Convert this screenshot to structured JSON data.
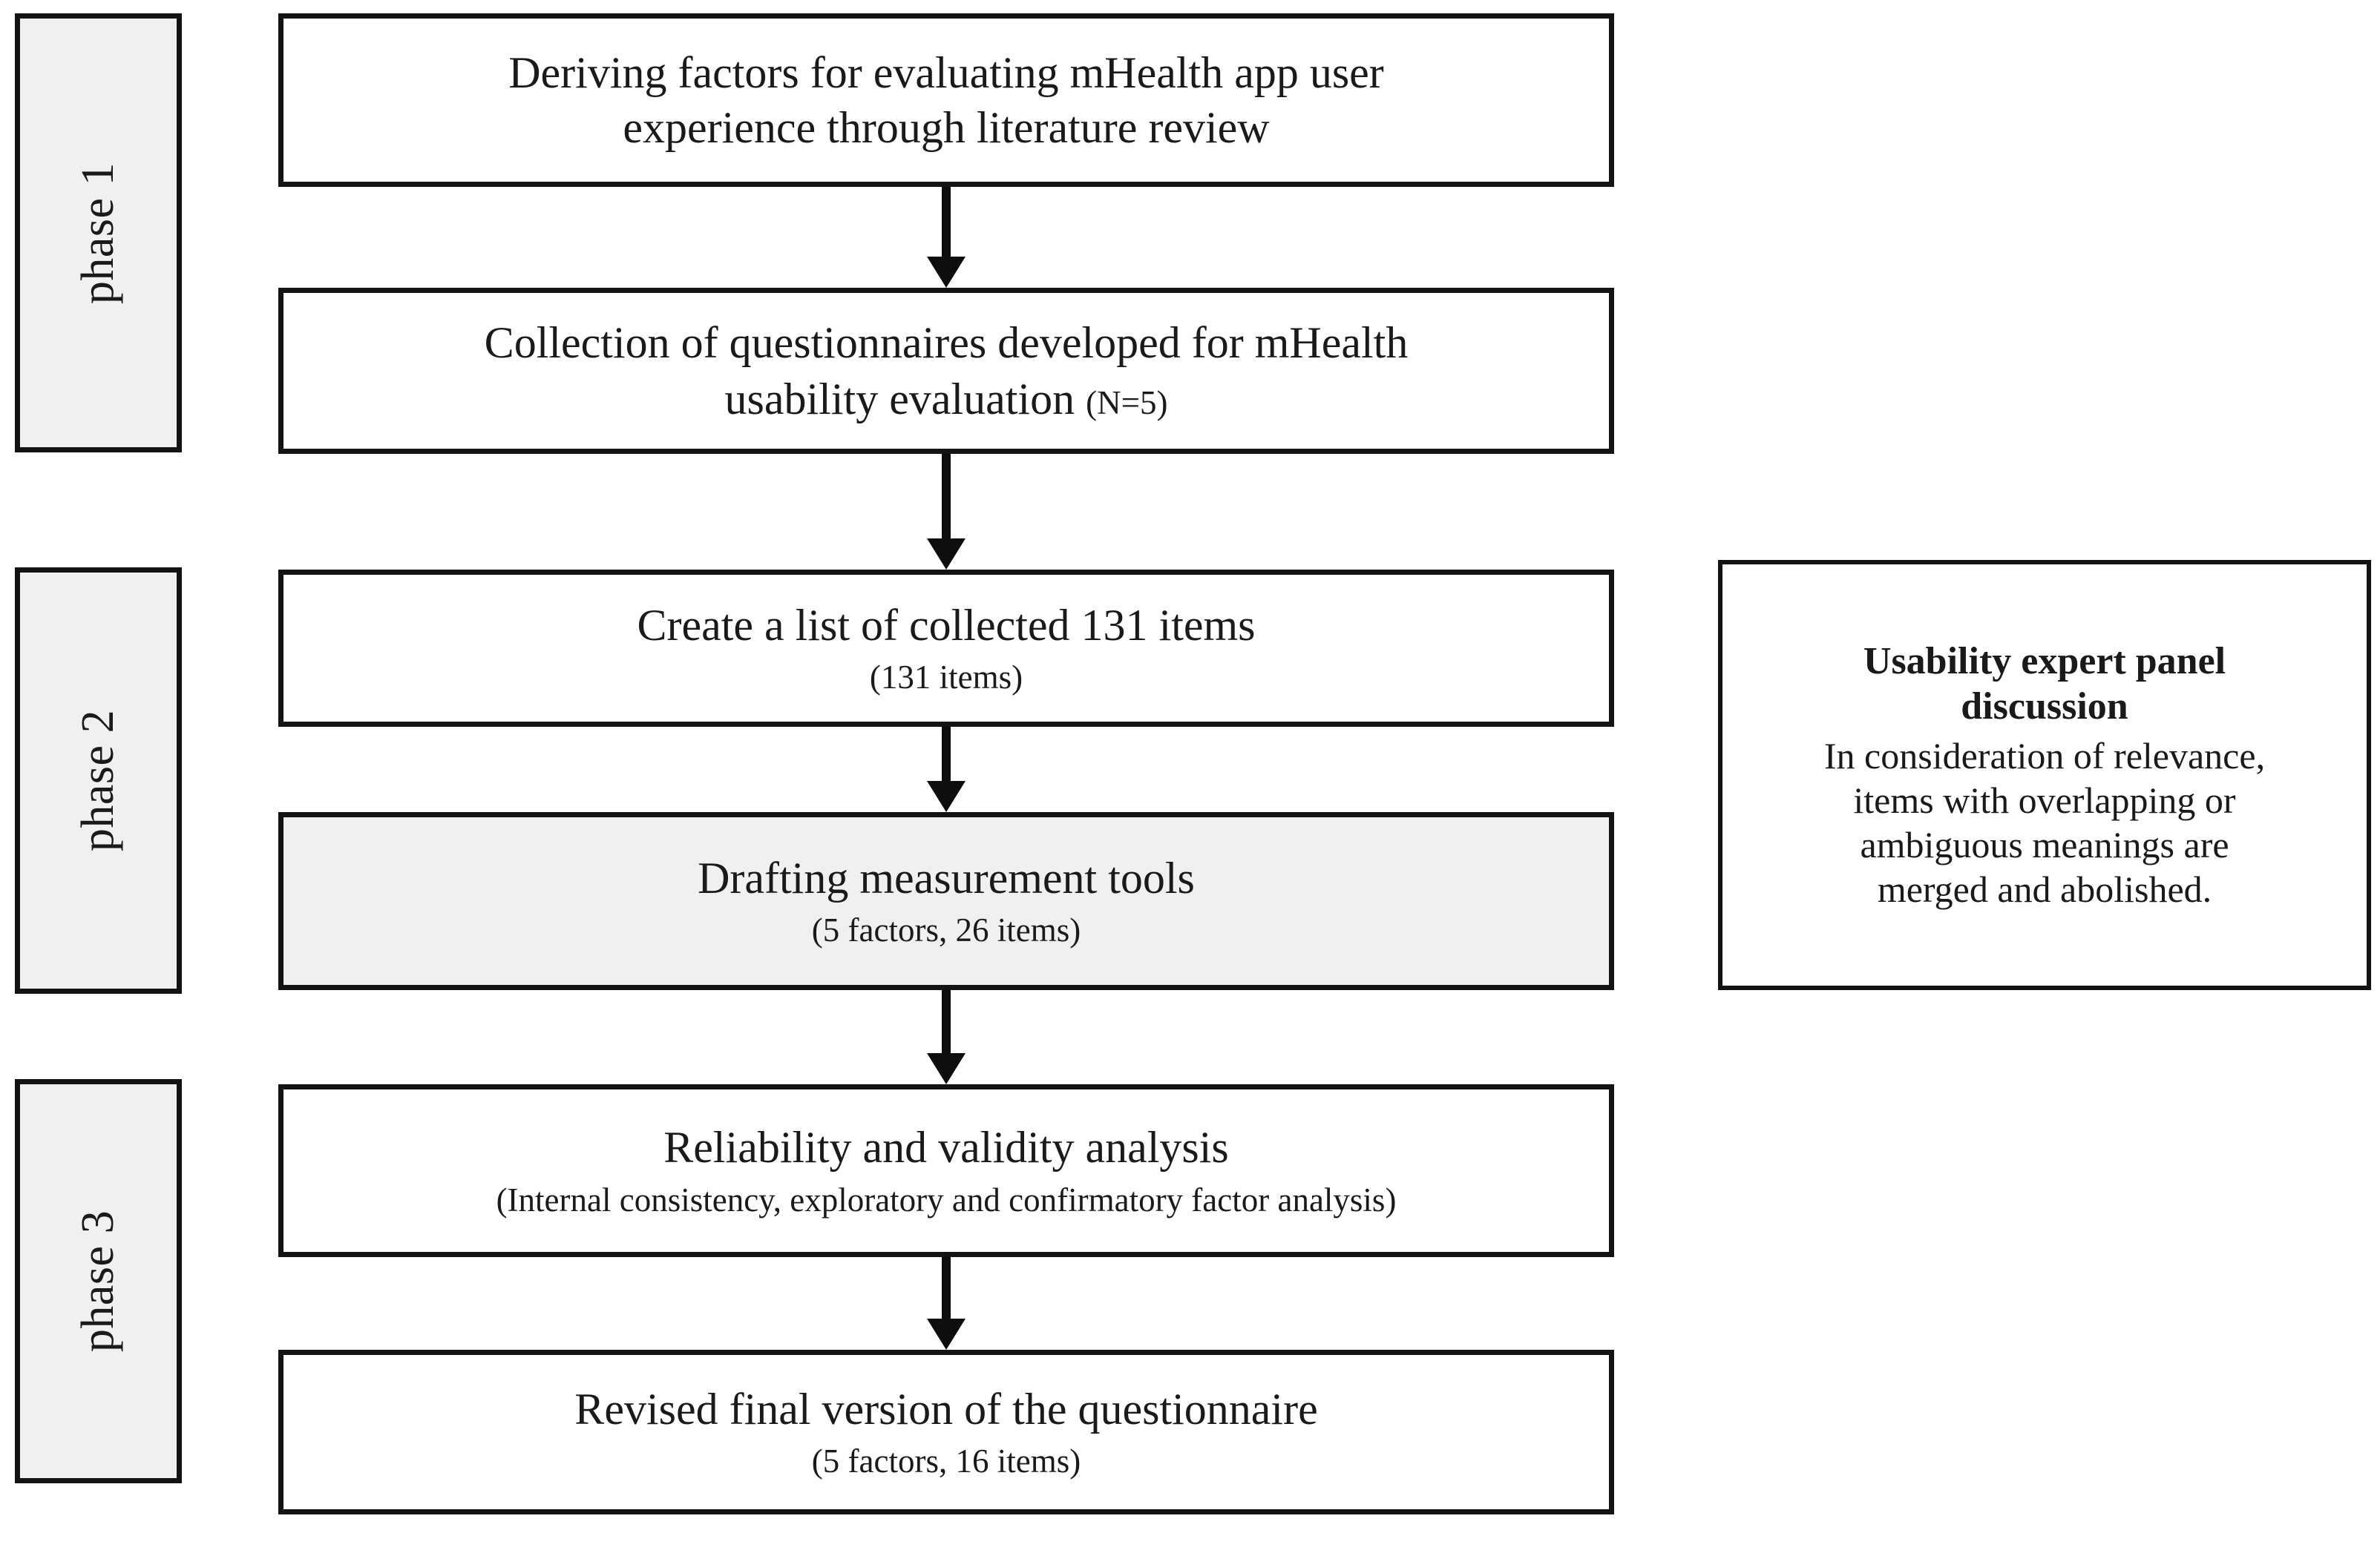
{
  "figure": {
    "type": "flowchart",
    "orientation": "vertical",
    "colors": {
      "stroke": "#131313",
      "shaded_fill": "#f0f0f0",
      "box_fill": "#ffffff",
      "text": "#1a1a1a",
      "arrow": "#0d0d0d"
    }
  },
  "phases": [
    {
      "label": "phase 1"
    },
    {
      "label": "phase 2"
    },
    {
      "label": "phase 3"
    }
  ],
  "steps": [
    {
      "id": "step-1",
      "main": "Deriving factors for evaluating mHealth app user\nexperience through literature review",
      "sub": "",
      "shaded": false
    },
    {
      "id": "step-2",
      "main": "Collection of questionnaires developed for mHealth",
      "main_line2": "usability evaluation ",
      "main_line2_small": "(N=5)",
      "sub": "",
      "shaded": false
    },
    {
      "id": "step-3",
      "main": "Create a list of collected 131 items",
      "sub": "(131 items)",
      "shaded": false
    },
    {
      "id": "step-4",
      "main": "Drafting measurement tools",
      "sub": "(5 factors, 26 items)",
      "shaded": true
    },
    {
      "id": "step-5",
      "main": "Reliability and validity analysis",
      "sub": "(Internal consistency, exploratory and confirmatory factor analysis)",
      "shaded": false
    },
    {
      "id": "step-6",
      "main": "Revised final version of the questionnaire",
      "sub": "(5 factors, 16 items)",
      "shaded": false
    }
  ],
  "side_panel": {
    "title": "Usability expert panel\ndiscussion",
    "body": "In consideration of relevance,\nitems with overlapping or\nambiguous meanings are\nmerged and abolished."
  },
  "connectors": [
    {
      "from": "step-1",
      "to": "step-2",
      "style": "arrow-down"
    },
    {
      "from": "step-2",
      "to": "step-3",
      "style": "arrow-down"
    },
    {
      "from": "step-3",
      "to": "step-4",
      "style": "arrow-down"
    },
    {
      "from": "step-4",
      "to": "step-5",
      "style": "arrow-down"
    },
    {
      "from": "step-5",
      "to": "step-6",
      "style": "arrow-down"
    }
  ]
}
